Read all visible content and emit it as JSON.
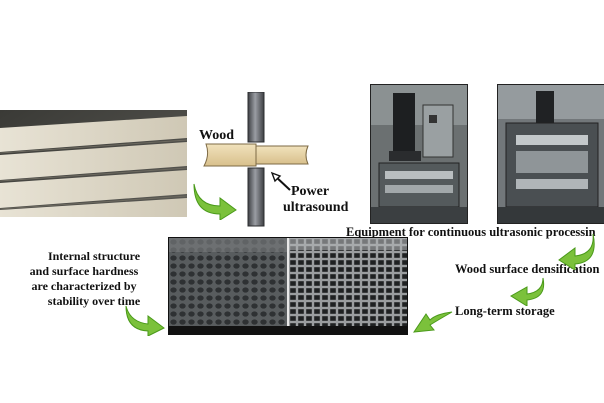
{
  "labels": {
    "wood": "Wood",
    "power_ultrasound": [
      "Power",
      "ultrasound"
    ],
    "equipment": "Equipment for continuous ultrasonic processin",
    "densification": "Wood surface densification",
    "storage": "Long-term storage",
    "characterized": [
      "Internal structure",
      "and surface hardness",
      "are characterized by",
      "stability over time"
    ]
  },
  "colors": {
    "arrow_green_light": "#b9e36a",
    "arrow_green_dark": "#4a9a1a",
    "wood": "#e6d3a4",
    "steel": "#6f7277"
  },
  "icons": [
    "curved-arrow-icon"
  ]
}
